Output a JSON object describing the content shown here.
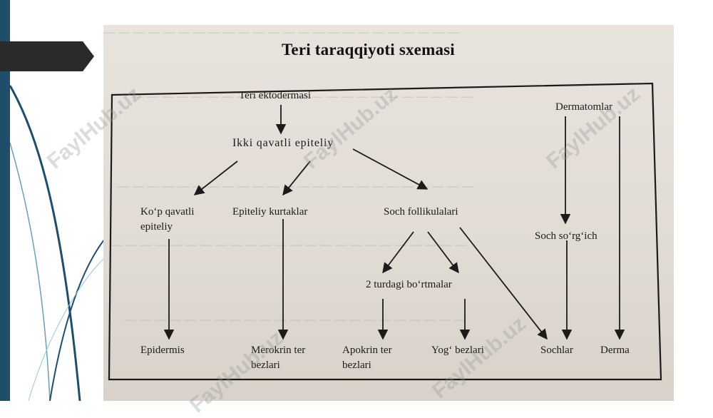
{
  "diagram": {
    "title": "Teri taraqqiyoti sxemasi",
    "nodes": {
      "teri_ektodermasi": "Teri ektodermasi",
      "ikki_qavatli": "Ikki qavatli epiteliy",
      "dermatomlar": "Dermatomlar",
      "kop_qavatli_1": "Ko‘p qavatli",
      "kop_qavatli_2": "epiteliy",
      "epiteliy_kurtaklar": "Epiteliy kurtaklar",
      "soch_follikulalari": "Soch follikulalari",
      "soch_sorgich": "Soch so‘rg‘ich",
      "bortmalar": "2 turdagi bo‘rtmalar",
      "epidermis": "Epidermis",
      "merokrin_1": "Merokrin ter",
      "merokrin_2": "bezlari",
      "apokrin_1": "Apokrin ter",
      "apokrin_2": "bezlari",
      "yog_bezlari": "Yog‘ bezlari",
      "sochlar": "Sochlar",
      "derma": "Derma"
    }
  },
  "watermark": {
    "text": "FaylHub.uz"
  },
  "colors": {
    "side_bar": "#1f4e6b",
    "tab": "#2a2a2a",
    "ink": "#1b1b1b",
    "paper": "#e3ded6"
  }
}
